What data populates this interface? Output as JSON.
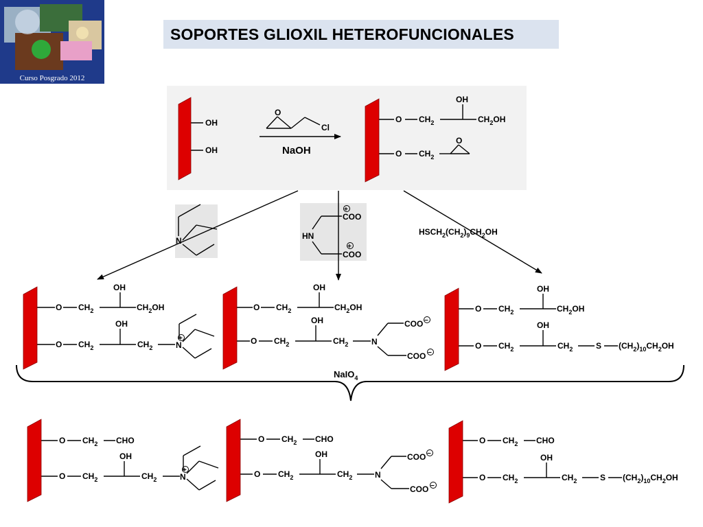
{
  "header": {
    "title": "SOPORTES GLIOXIL HETEROFUNCIONALES",
    "logo_caption": "Curso Posgrado 2012"
  },
  "colors": {
    "support_red": "#dd0000",
    "title_background": "#dbe3ef",
    "panel_background": "#f2f2f2"
  },
  "labels": {
    "OH": "OH",
    "O": "O",
    "CH2": "CH",
    "sub2": "2",
    "CH2OH": "CH",
    "OH_tail": "OH",
    "Cl": "Cl",
    "NaOH": "NaOH",
    "N": "N",
    "HN": "HN",
    "COO": "COO",
    "S": "S",
    "CHO": "CHO",
    "plus": "+",
    "minus": "−",
    "NaIO4": "NaIO",
    "sub4": "4",
    "CH2_paren": "(CH",
    "sub10": "10",
    "close_paren": ")",
    "HS_prefix": "HSCH",
    "sub9": "9"
  }
}
